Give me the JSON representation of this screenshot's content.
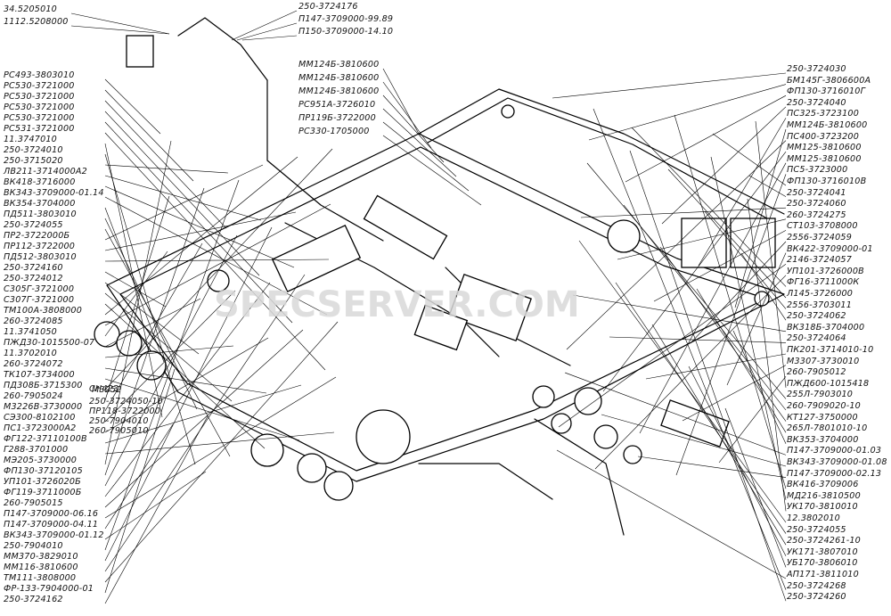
{
  "labels_top_left": [
    "34.5205010",
    "1112.5208000"
  ],
  "labels_top_right": [
    "250-3724176",
    "П147-3709000-99.89",
    "П150-3709000-14.10"
  ],
  "labels_left": [
    "РС493-3803010",
    "РС530-3721000",
    "РС530-3721000",
    "РС530-3721000",
    "РС530-3721000",
    "РС531-3721000",
    "11.3747010",
    "250-3724010",
    "250-3715020",
    "ЛВ211-3714000А2",
    "ВК418-3716000",
    "ВК343-3709000-01.14",
    "ВК354-3704000",
    "ПД511-3803010",
    "250-3724055",
    "ПР2-3722000Б",
    "ПР112-3722000",
    "ПД512-3803010",
    "250-3724160",
    "250-3724012",
    "С305Г-3721000",
    "С307Г-3721000",
    "ТМ100А-3808000",
    "260-3724085",
    "11.3741050",
    "ПЖД30-1015500-07",
    "11.3702010",
    "260-3724072",
    "ТК107-3734000",
    "ПД308Б-3715300",
    "260-7905024",
    "М3226В-3730000",
    "СЭ300-8102100",
    "ПС1-3723000А2",
    "ФГ122-37110100В",
    "Г288-3701000",
    "МЭ205-3730000",
    "ФП130-37120105",
    "УП101-3726020Б",
    "ФГ119-3711000Б",
    "260-7905015",
    "П147-3709000-06.16",
    "П147-3709000-04.11",
    "ВК343-3709000-01.12",
    "250-7904010",
    "ММ370-3829010",
    "ММ116-3810600",
    "ТМ111-3808000",
    "ФР-133-7904000-01",
    "250-3724162"
  ],
  "labels_center_top": [
    "ММ124Б-3810600",
    "ММ124Б-3810600",
    "ММ124Б-3810600",
    "РС951А-3726010",
    "ПР119Б-3722000",
    "РС330-1705000"
  ],
  "labels_right": [
    "250-3724030",
    "БМ145Г-3806600А",
    "ФП130-3716010Г",
    "250-3724040",
    "ПС325-3723100",
    "ММ124Б-3810600",
    "ПС400-3723200",
    "ММ125-3810600",
    "ММ125-3810600",
    "ПС5-3723000",
    "ФП130-3716010В",
    "250-3724041",
    "250-3724060",
    "260-3724275",
    "СТ103-3708000",
    "2556-3724059",
    "ВК422-3709000-01",
    "2146-3724057",
    "УП101-3726000В",
    "ФГ16-3711000К",
    "Л145-3726000",
    "2556-3703011",
    "250-3724062",
    "ВК318Б-3704000",
    "250-3724064",
    "ПК201-3714010-10",
    "М3307-3730010",
    "260-7905012",
    "ПЖД600-1015418",
    "255Л-7903010",
    "260-7909020-10",
    "КТ127-3750000",
    "265Л-7801010-10",
    "ВК353-3704000",
    "П147-3709000-01.03",
    "ВК343-3709000-01.08",
    "П147-3709000-02.13",
    "ВК416-3709006",
    "МД216-3810500",
    "УК170-3810010",
    "12.3802010",
    "250-3724055",
    "250-3724261-10",
    "УК171-3807010",
    "УБ170-3806010",
    "АП171-3811010",
    "250-3724268",
    "250-3724260"
  ],
  "labels_center_mid": [
    "СН423",
    "М3252",
    "250-3724050-10",
    "ПР118-3722000",
    "250-7904010",
    "260-7905010"
  ],
  "watermark": "SPECSERVER.COM"
}
